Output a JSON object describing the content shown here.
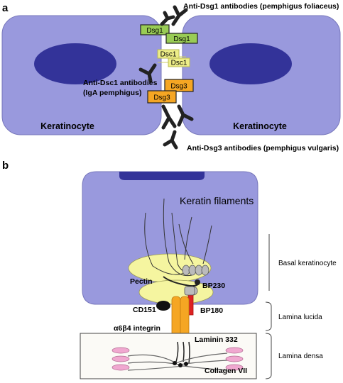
{
  "panel_a": {
    "letter": "a",
    "cell_left": "Keratinocyte",
    "cell_right": "Keratinocyte",
    "dsg1_label": "Dsg1",
    "dsc1_label": "Dsc1",
    "dsg3_label": "Dsg3",
    "anti_dsg1": "Anti-Dsg1 antibodies (pemphigus foliaceus)",
    "anti_dsc1_line1": "Anti-Dsc1 antibodies",
    "anti_dsc1_line2": "(IgA pemphigus)",
    "anti_dsg3": "Anti-Dsg3 antibodies (pemphigus vulgaris)",
    "colors": {
      "cell_fill": "#9999dd",
      "nucleus_fill": "#333399",
      "dsg1": "#99cc55",
      "dsc1": "#eeee88",
      "dsg3": "#f5a623"
    }
  },
  "panel_b": {
    "letter": "b",
    "keratin_filaments": "Keratin filaments",
    "pectin": "Pectin",
    "bp230": "BP230",
    "cd151": "CD151",
    "bp180": "BP180",
    "integrin": "α6β4 integrin",
    "laminin": "Laminin 332",
    "collagen": "Collagen VII",
    "basal_keratinocyte": "Basal keratinocyte",
    "lamina_lucida": "Lamina lucida",
    "lamina_densa": "Lamina densa",
    "colors": {
      "cell_fill": "#9999dd",
      "plaque": "#f5f5a0",
      "integrin": "#f5a623",
      "bp180": "#dd2222",
      "anchor": "#f0a8d0"
    }
  }
}
